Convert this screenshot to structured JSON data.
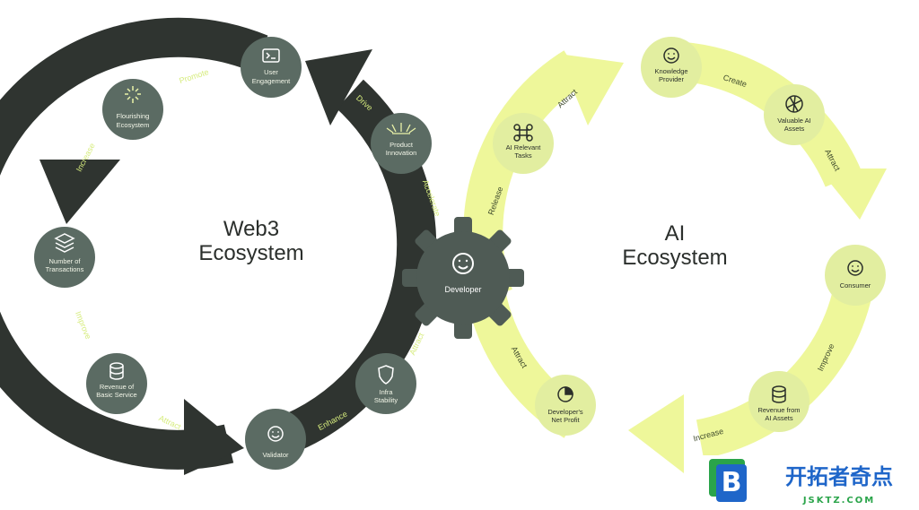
{
  "colors": {
    "dark_ring": "#2f3430",
    "dark_node": "#5b6b63",
    "light_ring": "#eef79a",
    "light_node": "#e2eea0",
    "dark_text_accent": "#d6ec7d",
    "title_text": "#2b2f2c",
    "brand_blue": "#1f66c9",
    "brand_green": "#2aa44a"
  },
  "web3": {
    "title_line1": "Web3",
    "title_line2": "Ecosystem",
    "nodes": [
      {
        "line1": "User",
        "line2": "Engagement",
        "icon": "terminal-icon"
      },
      {
        "line1": "Flourishing",
        "line2": "Ecosystem",
        "icon": "loading-icon"
      },
      {
        "line1": "Number of",
        "line2": "Transactions",
        "icon": "layers-icon"
      },
      {
        "line1": "Revenue of",
        "line2": "Basic Service",
        "icon": "database-icon"
      },
      {
        "line1": "Validator",
        "line2": "",
        "icon": "smile-icon"
      },
      {
        "line1": "Infra",
        "line2": "Stability",
        "icon": "shield-icon"
      },
      {
        "line1": "Product",
        "line2": "Innovation",
        "icon": "sunrise-icon"
      }
    ],
    "arrow_labels": {
      "promote": "Promote",
      "increase": "Increase",
      "improve": "Improve",
      "attract": "Attract",
      "enhance": "Enhance",
      "attract_up": "Attract",
      "accelerate": "Accelerate",
      "drive": "Drive"
    }
  },
  "center": {
    "label": "Developer",
    "icon": "smile-icon"
  },
  "ai": {
    "title_line1": "AI",
    "title_line2": "Ecosystem",
    "nodes": [
      {
        "line1": "Knowledge",
        "line2": "Provider",
        "icon": "smile-icon"
      },
      {
        "line1": "Valuable AI",
        "line2": "Assets",
        "icon": "aperture-icon"
      },
      {
        "line1": "Consumer",
        "line2": "",
        "icon": "smile-icon"
      },
      {
        "line1": "Revenue from",
        "line2": "AI Assets",
        "icon": "database-icon"
      },
      {
        "line1": "Developer's",
        "line2": "Net Profit",
        "icon": "pie-chart-icon"
      },
      {
        "line1": "AI Relevant",
        "line2": "Tasks",
        "icon": "command-icon"
      }
    ],
    "arrow_labels": {
      "create": "Create",
      "attract_right": "Attract",
      "improve": "Improve",
      "increase": "Increase",
      "attract_left": "Attract",
      "release": "Release",
      "attract_top": "Attract"
    }
  },
  "watermark": {
    "logo_letter": "B",
    "brand_name": "开拓者奇点",
    "brand_url": "JSKTZ.COM"
  }
}
